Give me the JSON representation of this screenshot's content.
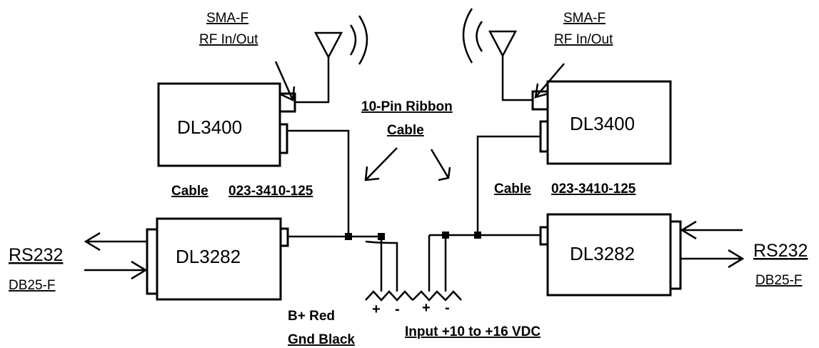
{
  "modules": {
    "radio_left": "DL3400",
    "radio_right": "DL3400",
    "interface_left": "DL3282",
    "interface_right": "DL3282"
  },
  "labels": {
    "sma_left_line1": "SMA-F",
    "sma_left_line2": "RF In/Out",
    "sma_right_line1": "SMA-F",
    "sma_right_line2": "RF In/Out",
    "ribbon_line1": "10-Pin Ribbon",
    "ribbon_line2": "Cable",
    "cable_left_prefix": "Cable",
    "cable_left_part": "023-3410-125",
    "cable_right_prefix": "Cable",
    "cable_right_part": "023-3410-125",
    "rs232_left": "RS232",
    "db25_left": "DB25-F",
    "rs232_right": "RS232",
    "db25_right": "DB25-F",
    "bplus": "B+ Red",
    "gnd": "Gnd Black",
    "input_voltage": "Input +10 to +16 VDC",
    "plus_left": "+",
    "minus_left": "-",
    "plus_right": "+",
    "minus_right": "-"
  }
}
